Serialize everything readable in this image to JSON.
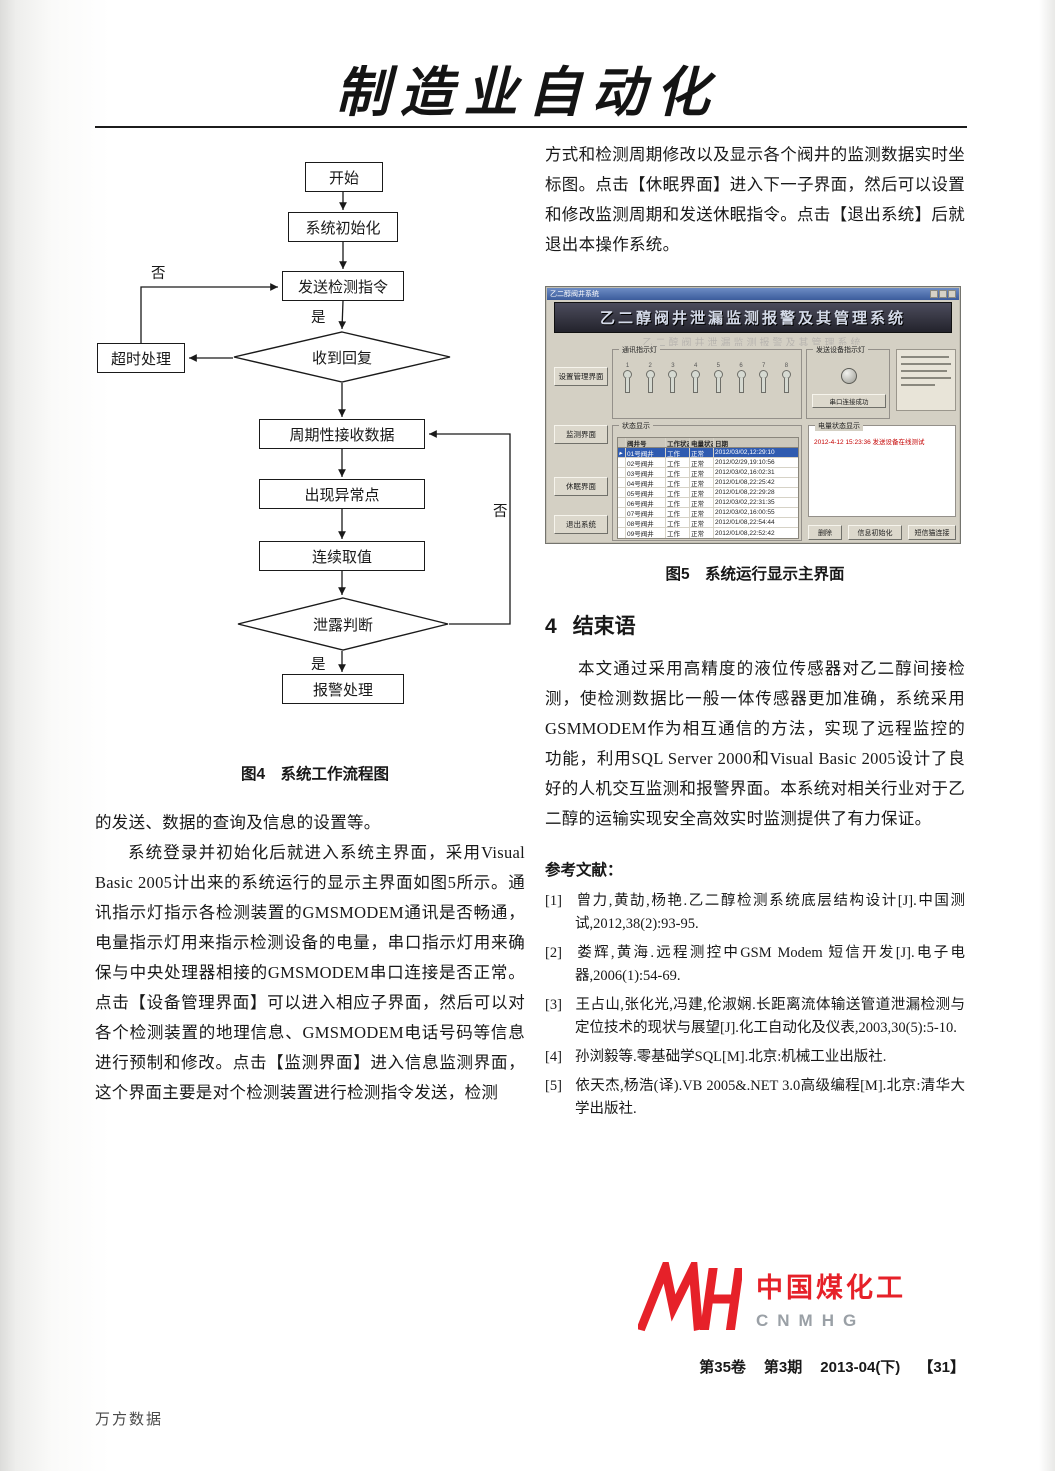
{
  "header": {
    "journal_title": "制造业自动化"
  },
  "flowchart": {
    "caption": "图4　系统工作流程图",
    "nodes": {
      "start": "开始",
      "init": "系统初始化",
      "send": "发送检测指令",
      "timeout": "超时处理",
      "reply": "收到回复",
      "receive": "周期性接收数据",
      "abnormal": "出现异常点",
      "sample": "连续取值",
      "leak": "泄露判断",
      "alarm": "报警处理"
    },
    "labels": {
      "no_top": "否",
      "yes_top": "是",
      "no_right": "否",
      "yes_bottom": "是"
    }
  },
  "left_column": {
    "para1": "的发送、数据的查询及信息的设置等。",
    "para2": "系统登录并初始化后就进入系统主界面，采用Visual Basic 2005计出来的系统运行的显示主界面如图5所示。通讯指示灯指示各检测装置的GMSMODEM通讯是否畅通，电量指示灯用来指示检测设备的电量，串口指示灯用来确保与中央处理器相接的GMSMODEM串口连接是否正常。点击【设备管理界面】可以进入相应子界面，然后可以对各个检测装置的地理信息、GMSMODEM电话号码等信息进行预制和修改。点击【监测界面】进入信息监测界面，这个界面主要是对个检测装置进行检测指令发送，检测"
  },
  "right_column": {
    "para0": "方式和检测周期修改以及显示各个阀井的监测数据实时坐标图。点击【休眠界面】进入下一子界面，然后可以设置和修改监测周期和发送休眠指令。点击【退出系统】后就退出本操作系统。",
    "fig5_caption": "图5　系统运行显示主界面",
    "section_no": "4",
    "section_title": "结束语",
    "conclusion": "本文通过采用高精度的液位传感器对乙二醇间接检测，使检测数据比一般一体传感器更加准确，系统采用GSMMODEM作为相互通信的方法，实现了远程监控的功能，利用SQL Server 2000和Visual Basic 2005设计了良好的人机交互监测和报警界面。本系统对相关行业对于乙二醇的运输实现安全高效实时监测提供了有力保证。",
    "references_title": "参考文献：",
    "references": [
      {
        "num": "[1]",
        "text": "曾力,黄劼,杨艳.乙二醇检测系统底层结构设计[J].中国测试,2012,38(2):93-95."
      },
      {
        "num": "[2]",
        "text": "娄辉,黄海.远程测控中GSM Modem 短信开发[J].电子电器,2006(1):54-69."
      },
      {
        "num": "[3]",
        "text": "王占山,张化光,冯建,伦淑娴.长距离流体输送管道泄漏检测与定位技术的现状与展望[J].化工自动化及仪表,2003,30(5):5-10."
      },
      {
        "num": "[4]",
        "text": "孙浏毅等.零基础学SQL[M].北京:机械工业出版社."
      },
      {
        "num": "[5]",
        "text": "依天杰,杨浩(译).VB 2005&.NET 3.0高级编程[M].北京:清华大学出版社."
      }
    ]
  },
  "screenshot": {
    "window_title": "乙二醇阀井系统",
    "banner": "乙二醇阀井泄漏监测报警及其管理系统",
    "nav_buttons": [
      "设置管理界面",
      "监测界面",
      "休眠界面",
      "退出系统"
    ],
    "groups": {
      "comm": "通讯指示灯",
      "device": "发送设备指示灯",
      "status": "状态显示",
      "battery": "电量状态显示"
    },
    "lamp_labels": [
      "1",
      "2",
      "3",
      "4",
      "5",
      "6",
      "7",
      "8"
    ],
    "serial_button": "串口连接成功",
    "battery_note": "2012-4-12 15:23:36 发送设备在线测试",
    "selector_glyph": "▸",
    "table": {
      "headers": [
        "阀井号",
        "工作状态",
        "电量状态",
        "日期"
      ],
      "rows": [
        {
          "id": "01号阀井",
          "work": "工作",
          "power": "正常",
          "date": "2012/03/02,12:29:10"
        },
        {
          "id": "02号阀井",
          "work": "工作",
          "power": "正常",
          "date": "2012/02/29,19:10:56"
        },
        {
          "id": "03号阀井",
          "work": "工作",
          "power": "正常",
          "date": "2012/03/02,16:02:31"
        },
        {
          "id": "04号阀井",
          "work": "工作",
          "power": "正常",
          "date": "2012/01/08,22:25:42"
        },
        {
          "id": "05号阀井",
          "work": "工作",
          "power": "正常",
          "date": "2012/01/08,22:29:28"
        },
        {
          "id": "06号阀井",
          "work": "工作",
          "power": "正常",
          "date": "2012/03/02,22:31:35"
        },
        {
          "id": "07号阀井",
          "work": "工作",
          "power": "正常",
          "date": "2012/03/02,16:00:55"
        },
        {
          "id": "08号阀井",
          "work": "工作",
          "power": "正常",
          "date": "2012/01/08,22:54:44"
        },
        {
          "id": "09号阀井",
          "work": "工作",
          "power": "正常",
          "date": "2012/01/08,22:52:42"
        }
      ]
    },
    "action_buttons": [
      "删除",
      "信息初始化",
      "短信猫连接"
    ]
  },
  "footer": {
    "logo_text": "中国煤化工",
    "logo_sub": "CNMHG",
    "volume": "第35卷",
    "issue": "第3期",
    "date": "2013-04(下)",
    "page": "【31】"
  },
  "watermark": "万方数据"
}
